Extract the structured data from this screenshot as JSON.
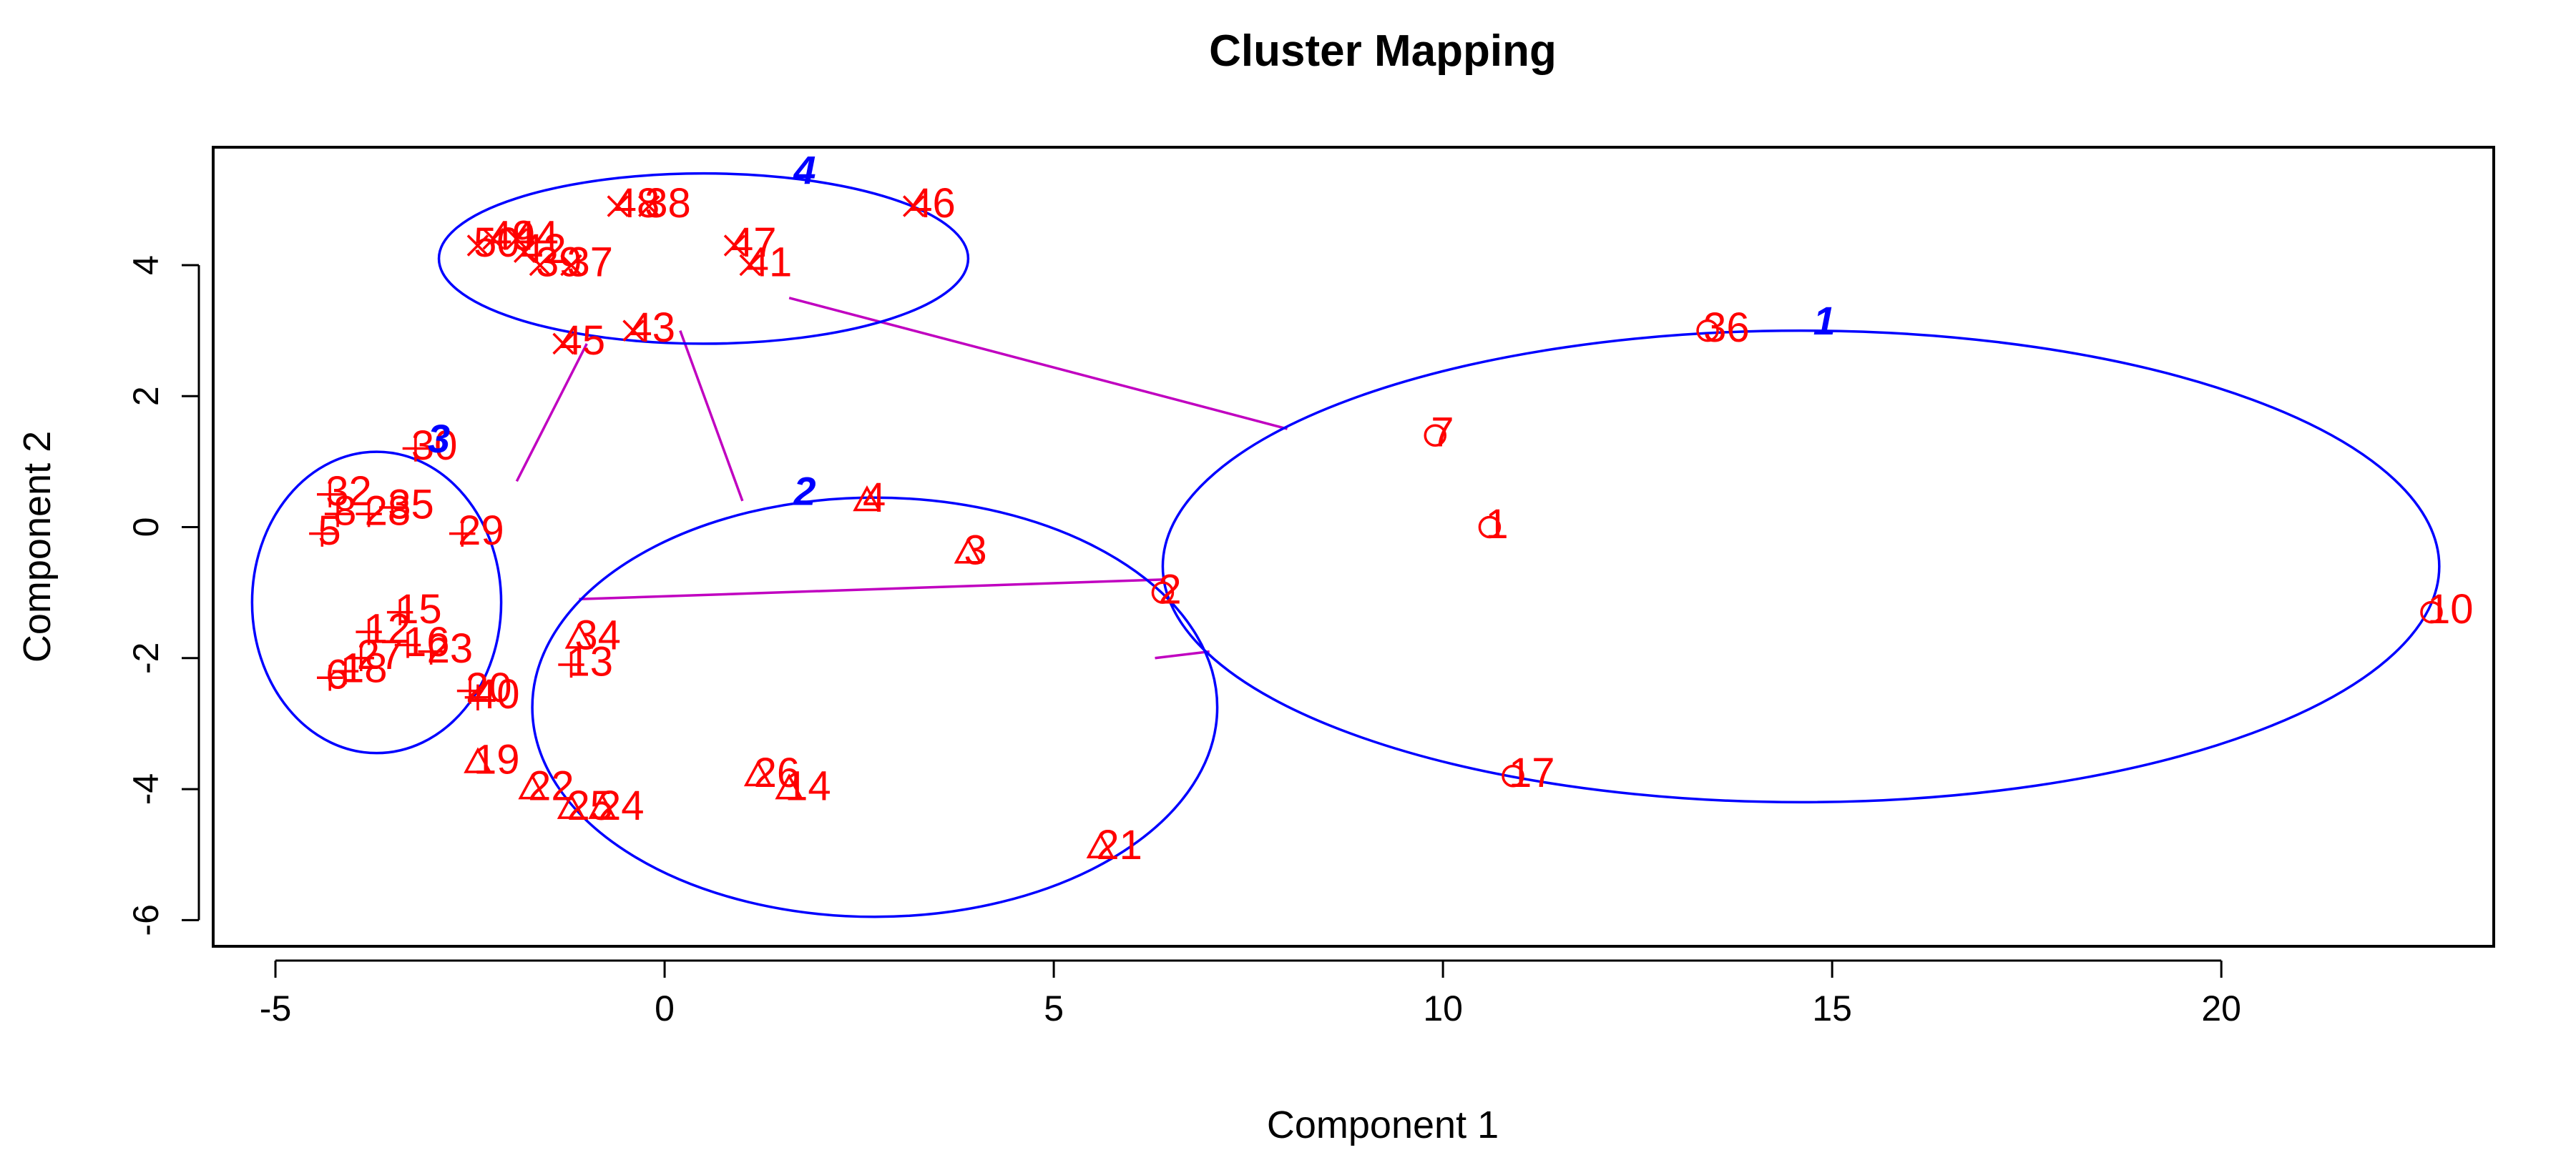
{
  "chart_data": {
    "type": "scatter",
    "title": "Cluster Mapping",
    "xlabel": "Component 1",
    "ylabel": "Component 2",
    "xlim": [
      -5.8,
      23.5
    ],
    "ylim": [
      -6.4,
      5.8
    ],
    "xticks": [
      -5,
      0,
      5,
      10,
      15,
      20
    ],
    "yticks": [
      -6,
      -4,
      -2,
      0,
      2,
      4
    ],
    "grid": false,
    "colors": {
      "points": "#ff0000",
      "ellipses": "#0000ff",
      "links": "#c000c0",
      "cluster_labels": "#0000ff"
    },
    "clusters": [
      {
        "id": "1",
        "symbol": "circle",
        "ellipse": {
          "cx": 14.6,
          "cy": -0.6,
          "rx": 8.2,
          "ry": 3.6
        },
        "label_at": [
          14.9,
          3.1
        ],
        "points": [
          {
            "id": "36",
            "x": 13.4,
            "y": 3.0
          },
          {
            "id": "7",
            "x": 9.9,
            "y": 1.4
          },
          {
            "id": "1",
            "x": 10.6,
            "y": 0.0
          },
          {
            "id": "2",
            "x": 6.4,
            "y": -1.0
          },
          {
            "id": "10",
            "x": 22.7,
            "y": -1.3
          },
          {
            "id": "17",
            "x": 10.9,
            "y": -3.8
          }
        ]
      },
      {
        "id": "2",
        "symbol": "triangle",
        "ellipse": {
          "cx": 2.7,
          "cy": -2.75,
          "rx": 4.4,
          "ry": 3.2
        },
        "label_at": [
          1.8,
          0.5
        ],
        "points": [
          {
            "id": "4",
            "x": 2.6,
            "y": 0.4
          },
          {
            "id": "3",
            "x": 3.9,
            "y": -0.4
          },
          {
            "id": "34",
            "x": -1.1,
            "y": -1.7
          },
          {
            "id": "19",
            "x": -2.4,
            "y": -3.6
          },
          {
            "id": "22",
            "x": -1.7,
            "y": -4.0
          },
          {
            "id": "26",
            "x": 1.2,
            "y": -3.8
          },
          {
            "id": "14",
            "x": 1.6,
            "y": -4.0
          },
          {
            "id": "25",
            "x": -1.2,
            "y": -4.3
          },
          {
            "id": "24",
            "x": -0.8,
            "y": -4.3
          },
          {
            "id": "21",
            "x": 5.6,
            "y": -4.9
          }
        ]
      },
      {
        "id": "3",
        "symbol": "plus",
        "ellipse": {
          "cx": -3.7,
          "cy": -1.15,
          "rx": 1.6,
          "ry": 2.3
        },
        "label_at": [
          -2.9,
          1.3
        ],
        "points": [
          {
            "id": "30",
            "x": -3.2,
            "y": 1.2
          },
          {
            "id": "32",
            "x": -4.3,
            "y": 0.5
          },
          {
            "id": "8",
            "x": -4.2,
            "y": 0.2
          },
          {
            "id": "35",
            "x": -3.5,
            "y": 0.3
          },
          {
            "id": "28",
            "x": -3.8,
            "y": 0.2
          },
          {
            "id": "5",
            "x": -4.4,
            "y": -0.1
          },
          {
            "id": "29",
            "x": -2.6,
            "y": -0.1
          },
          {
            "id": "15",
            "x": -3.4,
            "y": -1.3
          },
          {
            "id": "12",
            "x": -3.8,
            "y": -1.6
          },
          {
            "id": "13",
            "x": -1.2,
            "y": -2.1
          },
          {
            "id": "16",
            "x": -3.3,
            "y": -1.8
          },
          {
            "id": "23",
            "x": -3.0,
            "y": -1.9
          },
          {
            "id": "27",
            "x": -3.9,
            "y": -2.0
          },
          {
            "id": "18",
            "x": -4.1,
            "y": -2.2
          },
          {
            "id": "6",
            "x": -4.3,
            "y": -2.3
          },
          {
            "id": "20",
            "x": -2.5,
            "y": -2.5
          },
          {
            "id": "40",
            "x": -2.4,
            "y": -2.6
          }
        ]
      },
      {
        "id": "4",
        "symbol": "cross",
        "ellipse": {
          "cx": 0.5,
          "cy": 4.1,
          "rx": 3.4,
          "ry": 1.3
        },
        "label_at": [
          1.8,
          5.4
        ],
        "points": [
          {
            "id": "46",
            "x": 3.2,
            "y": 4.9
          },
          {
            "id": "48",
            "x": -0.6,
            "y": 4.9
          },
          {
            "id": "38",
            "x": -0.2,
            "y": 4.9
          },
          {
            "id": "49",
            "x": -2.2,
            "y": 4.4
          },
          {
            "id": "44",
            "x": -1.9,
            "y": 4.4
          },
          {
            "id": "50",
            "x": -2.4,
            "y": 4.3
          },
          {
            "id": "42",
            "x": -1.8,
            "y": 4.2
          },
          {
            "id": "39",
            "x": -1.6,
            "y": 4.0
          },
          {
            "id": "37",
            "x": -1.2,
            "y": 4.0
          },
          {
            "id": "47",
            "x": 0.9,
            "y": 4.3
          },
          {
            "id": "41",
            "x": 1.1,
            "y": 4.0
          },
          {
            "id": "45",
            "x": -1.3,
            "y": 2.8
          },
          {
            "id": "43",
            "x": -0.4,
            "y": 3.0
          }
        ]
      }
    ],
    "links": [
      {
        "from": [
          1.6,
          3.5
        ],
        "to": [
          8.0,
          1.5
        ]
      },
      {
        "from": [
          -1.0,
          2.8
        ],
        "to": [
          -1.9,
          0.7
        ]
      },
      {
        "from": [
          0.2,
          3.0
        ],
        "to": [
          1.0,
          0.4
        ]
      },
      {
        "from": [
          -1.1,
          -1.1
        ],
        "to": [
          6.4,
          -0.8
        ]
      },
      {
        "from": [
          6.3,
          -2.0
        ],
        "to": [
          7.0,
          -1.9
        ]
      }
    ]
  }
}
